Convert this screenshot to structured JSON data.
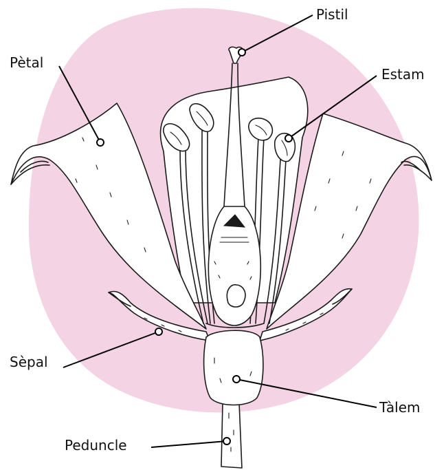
{
  "colors": {
    "blob": "#f4d3e4",
    "ink": "#1a1a1a",
    "background": "#ffffff"
  },
  "labels": {
    "pistil": "Pistil",
    "petal": "Pètal",
    "stamen": "Estam",
    "sepal": "Sèpal",
    "receptacle": "Tàlem",
    "peduncle": "Peduncle"
  }
}
